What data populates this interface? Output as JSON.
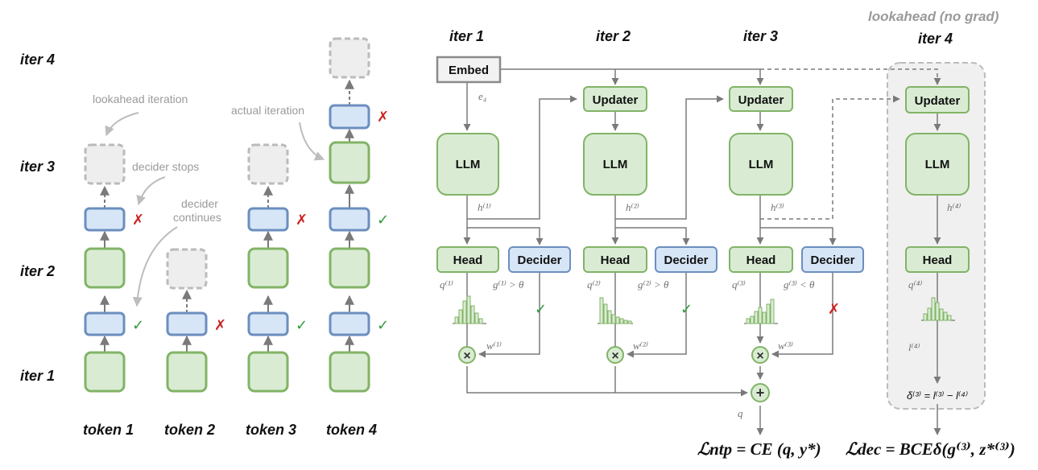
{
  "left": {
    "row_labels": [
      "iter 4",
      "iter 3",
      "iter 2",
      "iter 1"
    ],
    "token_labels": [
      "token 1",
      "token 2",
      "token 3",
      "token 4"
    ],
    "annotations": {
      "lookahead_iteration": "lookahead iteration",
      "decider_stops": "decider stops",
      "decider_continues_line1": "decider",
      "decider_continues_line2": "continues",
      "actual_iteration": "actual iteration"
    },
    "marks": {
      "check": "✓",
      "cross": "✗"
    }
  },
  "right": {
    "iter_labels": [
      "iter 1",
      "iter 2",
      "iter 3",
      "iter 4"
    ],
    "lookahead_title": "lookahead (no grad)",
    "embed_label": "Embed",
    "embed_output": "e₄",
    "updater_label": "Updater",
    "llm_label": "LLM",
    "head_label": "Head",
    "decider_label": "Decider",
    "h_labels": [
      "h⁽¹⁾",
      "h⁽²⁾",
      "h⁽³⁾",
      "h⁽⁴⁾"
    ],
    "q_labels": [
      "q⁽¹⁾",
      "q⁽²⁾",
      "q⁽³⁾",
      "q⁽⁴⁾"
    ],
    "g_conditions": [
      "g⁽¹⁾ > θ",
      "g⁽²⁾ > θ",
      "g⁽³⁾ < θ"
    ],
    "w_labels": [
      "w⁽¹⁾",
      "w⁽²⁾",
      "w⁽³⁾"
    ],
    "l_label": "l⁽⁴⁾",
    "q_final": "q",
    "delta_eq": "δ⁽³⁾ = l⁽³⁾ − l⁽⁴⁾",
    "times_symbol": "×",
    "plus_symbol": "+",
    "loss_ntp": "ℒntp = CE (q, y*)",
    "loss_dec": "ℒdec = BCEδ(g⁽³⁾, z*⁽³⁾)"
  },
  "colors": {
    "green_fill": "#d9ecd3",
    "green_stroke": "#82b366",
    "blue_fill": "#d6e6f7",
    "blue_stroke": "#6c8ebf",
    "gray_fill": "#eeeeee",
    "gray_stroke": "#bbbbbb",
    "check": "#2e9a3a",
    "cross": "#cc2222"
  }
}
